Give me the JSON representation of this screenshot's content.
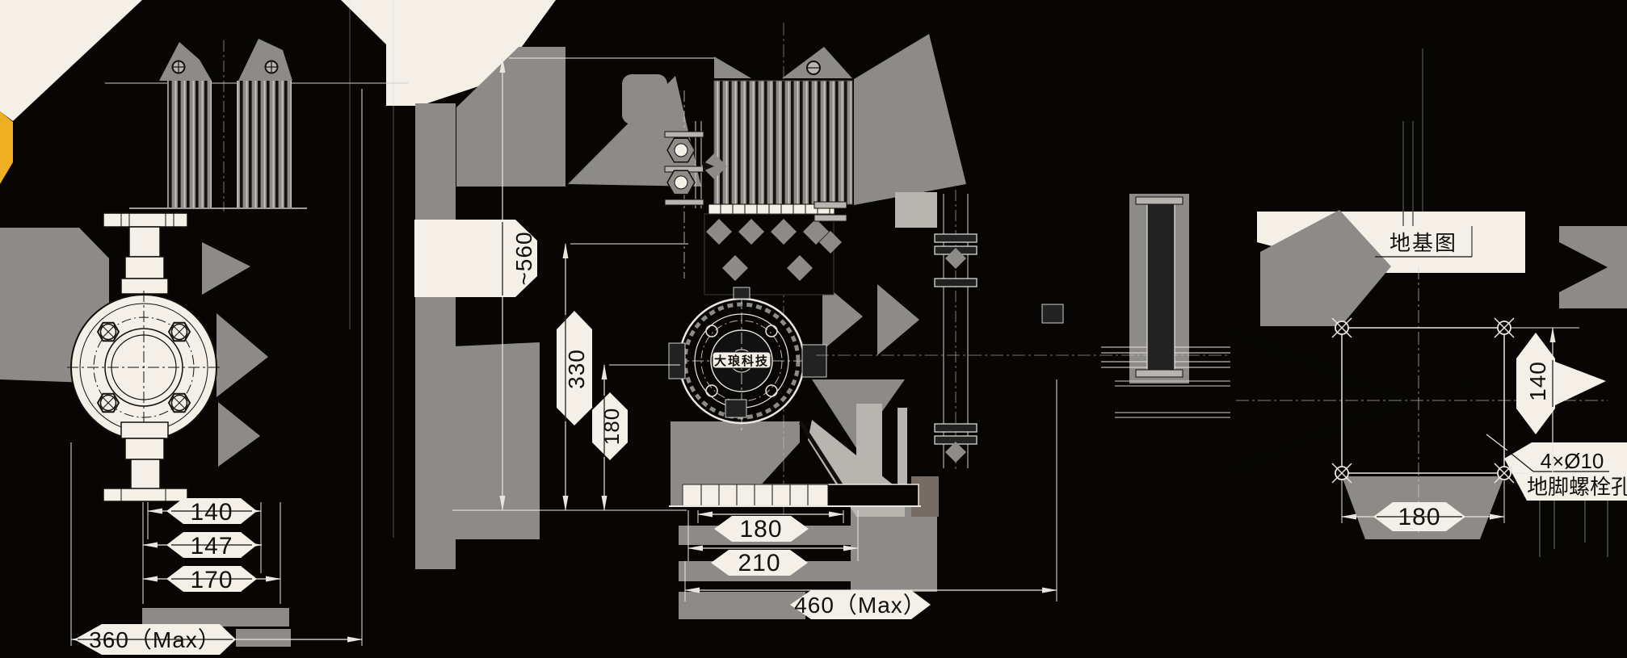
{
  "drawing": {
    "type": "engineering-drawing",
    "subject": "metering pump dimensional drawing with foundation plan",
    "colors": {
      "background": "#070604",
      "paper": "#f4f0e8",
      "accent_yellow": "#efaf22",
      "gray": "#8d8b88",
      "gray_light": "#b8b5b0",
      "gray_dark": "#56544f",
      "brown": "#776c63",
      "line_light": "#e9e6e0",
      "line_dark": "#12100c"
    },
    "texts": {
      "left_dims": [
        "140",
        "147",
        "170",
        "360（Max）"
      ],
      "front_vertical_dims": [
        "~560",
        "330",
        "180"
      ],
      "front_horizontal_dims": [
        "180",
        "210",
        "460（Max）"
      ],
      "logo": "大琅科技",
      "foundation_title": "地基图",
      "foundation_height": "140",
      "foundation_width": "180",
      "anchor_note_line1": "4×Ø10",
      "anchor_note_line2": "地脚螺栓孔"
    }
  }
}
